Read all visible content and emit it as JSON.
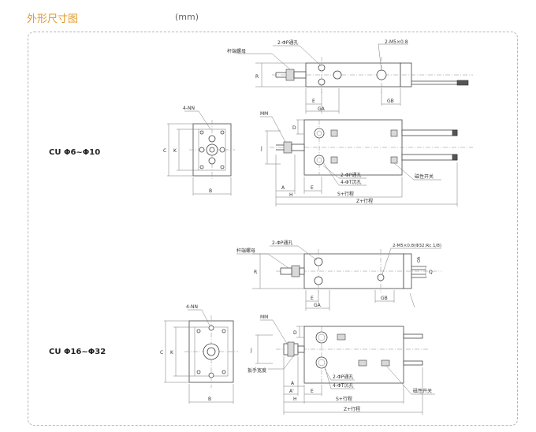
{
  "header": {
    "title": "外形尺寸图",
    "unit": "(mm)"
  },
  "models": [
    {
      "label": "CU Φ6~Φ10"
    },
    {
      "label": "CU Φ16~Φ32"
    }
  ],
  "labels": {
    "rod_nut": "杆端螺母",
    "thru_hole": "2-ΦP通孔",
    "port_small": "2-M5×0.8",
    "port_large": "2-M5×0.8(Φ32:Rc 1/8)",
    "counterbore": "4-ΦT沉孔",
    "nn": "4-NN",
    "mm": "MM",
    "switch": "磁性开关",
    "wrench": "扳手宽度",
    "stroke": "S+行程",
    "z_stroke": "Z+行程",
    "dims": {
      "B": "B",
      "C": "C",
      "K": "K",
      "J": "J",
      "E": "E",
      "GA": "GA",
      "GB": "GB",
      "A": "A",
      "A1": "A'",
      "H": "H",
      "D": "D",
      "R": "R",
      "Q": "Q",
      "OA": "OA"
    }
  }
}
